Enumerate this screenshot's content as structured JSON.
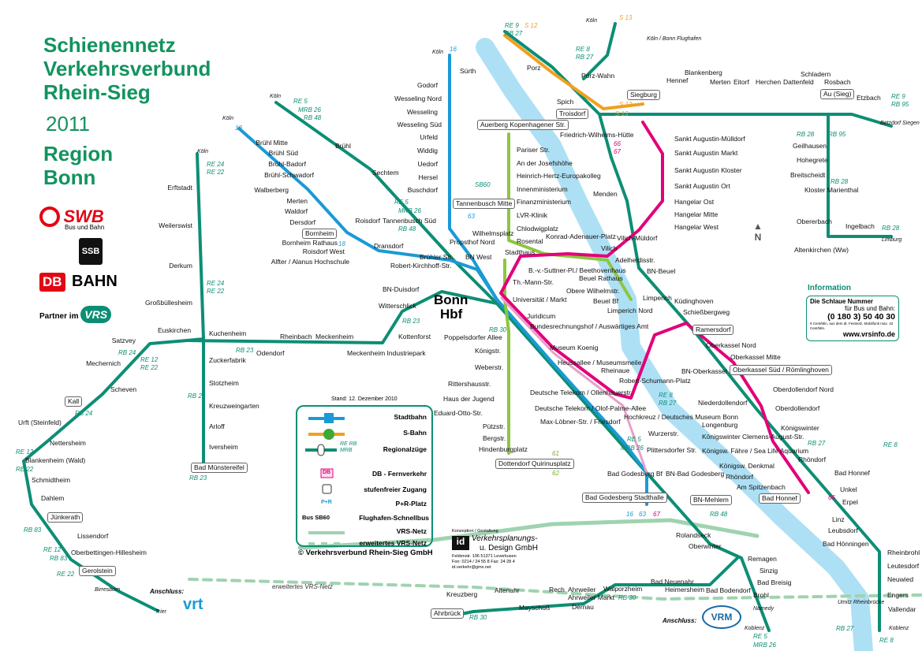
{
  "title": {
    "line1": "Schienennetz",
    "line2": "Verkehrsverbund",
    "line3": "Rhein-Sieg",
    "year": "2011",
    "region1": "Region",
    "region2": "Bonn"
  },
  "logos": {
    "swb": "SWB",
    "swb_sub": "Bus und Bahn",
    "ssb": "SSB",
    "db": "DB",
    "bahn": "BAHN",
    "vrs_prefix": "Partner im",
    "vrs": "VRS"
  },
  "colors": {
    "regional": "#0d8e74",
    "stadtbahn": "#1a9ad6",
    "sbahn": "#f0a020",
    "line61": "#8dc63f",
    "line66": "#e2007a",
    "line67": "#e8a0c8",
    "river": "#aee0f5",
    "vrs_net": "#9fd3b0",
    "title": "#13935f"
  },
  "legend": {
    "stand": "Stand: 12. Dezember 2010",
    "items": [
      "Stadtbahn",
      "S-Bahn",
      "Regionalzüge",
      "DB - Fernverkehr",
      "stufenfreier Zugang",
      "P+R-Platz",
      "Flughafen-Schnellbus",
      "VRS-Netz",
      "erweitertes VRS-Netz"
    ],
    "re_codes": "RE RB MRB",
    "db": "DB",
    "pr": "P+R",
    "bus": "Bus SB60",
    "copyright": "© Verkehrsverbund Rhein-Sieg GmbH"
  },
  "design": {
    "label": "Konzeption / Gestaltung",
    "name1": "Verkehrsplanungs-",
    "name2": "u. Design GmbH",
    "address": "Feldenstr. 106   51371 Leverkusen",
    "phone": "Fon: 0214 / 24 55 8   Fax: 24 28 4",
    "email": "id-verkehr@gmx.net"
  },
  "info": {
    "heading": "Information",
    "line1": "Die Schlaue Nummer",
    "line2": "für Bus und Bahn:",
    "phone": "(0 180 3) 50 40 30",
    "note": "9 Cent/Min. aus dem dt. Festnetz, Mobilfunk max. 42 Cent/Min.",
    "web": "www.vrsinfo.de"
  },
  "hub": {
    "bonn": "Bonn",
    "hbf": "Hbf"
  },
  "anschluss": [
    "Anschluss:",
    "Anschluss:"
  ],
  "vrs_extended": "erweitertes VRS-Netz",
  "stations": [
    "Köln",
    "Sürth",
    "Godorf",
    "Wesseling Nord",
    "Wesseling",
    "Wesseling Süd",
    "Urfeld",
    "Widdig",
    "Uedorf",
    "Hersel",
    "Buschdorf",
    "Tannenbusch Mitte",
    "Tannenbusch Süd",
    "Propsthof Nord",
    "BN West",
    "Köln",
    "Brühl Mitte",
    "Brühl Süd",
    "Brühl-Badorf",
    "Brühl-Schwadorf",
    "Walberberg",
    "Merten",
    "Waldorf",
    "Dersdorf",
    "Bornheim",
    "Bornheim Rathaus",
    "Roisdorf West",
    "Alfter / Alanus Hochschule",
    "Dransdorf",
    "Robert-Kirchhoff-Str.",
    "Brühler Str.",
    "Köln",
    "Brühl",
    "Sechtem",
    "Roisdorf",
    "BN-Duisdorf",
    "Witterschlick",
    "Kottenforst",
    "Köln",
    "Erftstadt",
    "Weilerswist",
    "Derkum",
    "Großbüllesheim",
    "Euskirchen",
    "Kuchenheim",
    "Odendorf",
    "Rheinbach",
    "Meckenheim",
    "Meckenheim Industriepark",
    "Zuckerfabrik",
    "Stotzheim",
    "Kreuzweingarten",
    "Arloff",
    "Iversheim",
    "Bad Münstereifel",
    "Satzvey",
    "Mechernich",
    "Scheven",
    "Kall",
    "Urft (Steinfeld)",
    "Nettersheim",
    "Blankenheim (Wald)",
    "Schmidtheim",
    "Dahlem",
    "Jünkerath",
    "Lissendorf",
    "Oberbettingen-Hillesheim",
    "Gerolstein",
    "Birresborn",
    "Trier",
    "Auerberg Kopenhagener Str.",
    "Pariser Str.",
    "An der Josefshöhe",
    "Heinrich-Hertz-Europakolleg",
    "Innenministerium",
    "Finanzministerium",
    "LVR-Klinik",
    "Chlodwigplatz",
    "Rosental",
    "Wilhelmsplatz",
    "Stadthaus",
    "B.-v.-Suttner-Pl./ Beethovenhaus",
    "Th.-Mann-Str.",
    "Universität / Markt",
    "Juridicum",
    "Bundesrechnungshof / Auswärtiges Amt",
    "Museum Koenig",
    "Heussallee / Museumsmeile",
    "Robert-Schumann-Platz",
    "Rheinaue",
    "Poppelsdorfer Allee",
    "Königstr.",
    "Weberstr.",
    "Rittershausstr.",
    "Haus der Jugend",
    "Eduard-Otto-Str.",
    "Pützstr.",
    "Bergstr.",
    "Hindenburgplatz",
    "Dottendorf Quirinusplatz",
    "Deutsche Telekom / Ollenhauerstr.",
    "Deutsche Telekom / Olof-Palme-Allee",
    "Max-Löbner-Str. / Friesdorf",
    "Hochkreuz / Deutsches Museum Bonn",
    "Wurzerstr.",
    "Plittersdorfer Str.",
    "Bad Godesberg Bf",
    "BN-Bad Godesberg",
    "Bad Godesberg Stadthalle",
    "Köln",
    "Porz",
    "Porz-Wahn",
    "Köln / Bonn Flughafen",
    "Spich",
    "Troisdorf",
    "Friedrich-Wilhelms-Hütte",
    "Menden",
    "Vilich",
    "Siegburg",
    "Sankt Augustin-Mülldorf",
    "Sankt Augustin Markt",
    "Sankt Augustin Kloster",
    "Sankt Augustin Ort",
    "Hangelar Ost",
    "Hangelar Mitte",
    "Hangelar West",
    "Vilich-Müldorf",
    "Adelheidisstr.",
    "Konrad-Adenauer-Platz",
    "Beuel Rathaus",
    "BN-Beuel",
    "Obere Wilhelmstr.",
    "Beuel Bf",
    "Limperich",
    "Limperich Nord",
    "Küdinghoven",
    "Schießbergweg",
    "Ramersdorf",
    "Oberkassel Nord",
    "Oberkassel Mitte",
    "Oberkassel Süd / Römlinghoven",
    "BN-Oberkassel",
    "Oberdollendorf Nord",
    "Niederdollendorf",
    "Oberdollendorf",
    "Longenburg",
    "Königswinter Clemens-August-Str.",
    "Königsw. Fähre / Sea Life Aquarium",
    "Königsw. Denkmal",
    "Königswinter",
    "Rhöndorf",
    "Rhöndorf",
    "Am Spitzenbach",
    "Bad Honnef",
    "Bad Honnef",
    "Unkel",
    "Erpel",
    "Linz",
    "Leubsdorf",
    "Bad Hönningen",
    "Rheinbrohl",
    "Leutesdorf",
    "Neuwied",
    "Engers",
    "Vallendar",
    "Koblenz",
    "Umitz Rheinbrücke",
    "BN-Mehlem",
    "Rolandseck",
    "Oberwinter",
    "Remagen",
    "Sinzig",
    "Bad Breisig",
    "Brohl",
    "Namedy",
    "Koblenz",
    "Bad Bodendorf",
    "Heimersheim",
    "Bad Neuenahr",
    "Ahrweiler",
    "Ahrweiler Markt",
    "Walporzheim",
    "Dernau",
    "Rech",
    "Mayschoß",
    "Altenahr",
    "Kreuzberg",
    "Ahrbrück",
    "Hennef",
    "Blankenberg",
    "Merten",
    "Eitorf",
    "Herchen",
    "Dattenfeld",
    "Schladern",
    "Rosbach",
    "Au (Sieg)",
    "Etzbach",
    "Betzdorf Siegen",
    "Geilhausen",
    "Hohegrete",
    "Breitscheidt",
    "Kloster Marienthal",
    "Obererbach",
    "Ingelbach",
    "Altenkirchen (Ww)",
    "Limburg"
  ],
  "line_labels": [
    "RE 9",
    "RB 27",
    "S 12",
    "S 13",
    "RE 8",
    "RB 27",
    "S 12",
    "S 13",
    "RE 9",
    "RB 95",
    "RE 5",
    "MRB 26",
    "RB 48",
    "RE 24",
    "RE 22",
    "RE 24",
    "RE 22",
    "18",
    "16",
    "RE 5",
    "MRB 26",
    "RB 48",
    "RB 23",
    "RB 23",
    "RB 24",
    "RE 12",
    "RE 22",
    "RB 24",
    "RE 12",
    "RE 22",
    "RB 83",
    "RE 12",
    "RB 83",
    "RB 23",
    "RB 28",
    "RB 95",
    "RB 28",
    "RB 28",
    "18",
    "RB 23",
    "RB 30",
    "61",
    "62",
    "66",
    "67",
    "63",
    "16",
    "63",
    "67",
    "RB 48",
    "RB 30",
    "RE 5",
    "MRB 26",
    "RB 30",
    "RE 8",
    "RB 27",
    "RE 8",
    "RB 27",
    "RE 5",
    "MRB 26",
    "RB 27",
    "RE 8",
    "66",
    "RE 22",
    "SB60"
  ]
}
